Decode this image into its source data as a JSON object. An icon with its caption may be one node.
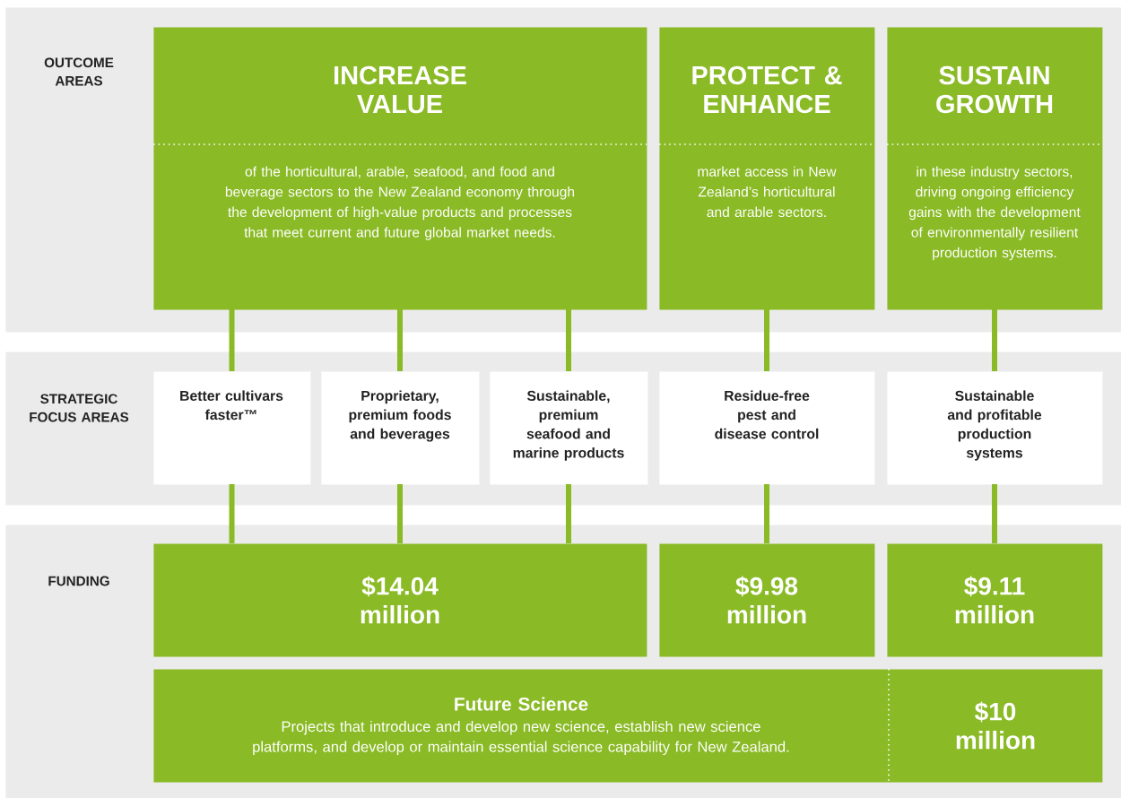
{
  "diagram": {
    "nodes": [
      {
        "text": [
          "OUTCOME AREAS"
        ]
      },
      {
        "text": [
          "INCREASE VALUE",
          "of the horticultural, arable, seafood, and food and beverage sectors to the New Zealand economy through the development of high-value products and processes that meet current and future global market needs."
        ],
        "in": 0
      },
      {
        "text": [
          "PROTECT & ENHANCE",
          "market access in New Zealand’s horticultural and arable sectors."
        ],
        "in": 0
      },
      {
        "text": [
          "SUSTAIN GROWTH",
          "in these industry sectors, driving ongoing efficiency gains with the development of environmentally resilient production systems."
        ],
        "in": 0
      },
      {
        "text": [
          "STRATEGIC FOCUS AREAS"
        ]
      },
      {
        "text": [
          "Better cultivars faster™"
        ],
        "in": 4
      },
      {
        "text": [
          "Proprietary, premium foods and beverages"
        ],
        "in": 4
      },
      {
        "text": [
          "Sustainable, premium seafood and marine products"
        ],
        "in": 4
      },
      {
        "text": [
          "Residue-free pest and disease control"
        ],
        "in": 4
      },
      {
        "text": [
          "Sustainable and profitable production systems"
        ],
        "in": 4
      },
      {
        "text": [
          "FUNDING"
        ]
      },
      {
        "text": [
          "$14.04 million"
        ],
        "in": 10
      },
      {
        "text": [
          "$9.98 million"
        ],
        "in": 10
      },
      {
        "text": [
          "$9.11 million"
        ],
        "in": 10
      },
      {
        "text": [
          "Future Science",
          "Projects that introduce and develop new science, establish new science platforms, and develop or maintain essential science capability for New Zealand.",
          "$10 million"
        ],
        "in": 10
      }
    ],
    "edges": [
      {
        "from": 1,
        "to": 5,
        "arrow": "none"
      },
      {
        "from": 1,
        "to": 6,
        "arrow": "none"
      },
      {
        "from": 1,
        "to": 7,
        "arrow": "none"
      },
      {
        "from": 2,
        "to": 8,
        "arrow": "none"
      },
      {
        "from": 3,
        "to": 9,
        "arrow": "none"
      },
      {
        "from": 5,
        "to": 11,
        "arrow": "none"
      },
      {
        "from": 6,
        "to": 11,
        "arrow": "none"
      },
      {
        "from": 7,
        "to": 11,
        "arrow": "none"
      },
      {
        "from": 8,
        "to": 12,
        "arrow": "none"
      },
      {
        "from": 9,
        "to": 13,
        "arrow": "none"
      }
    ]
  }
}
